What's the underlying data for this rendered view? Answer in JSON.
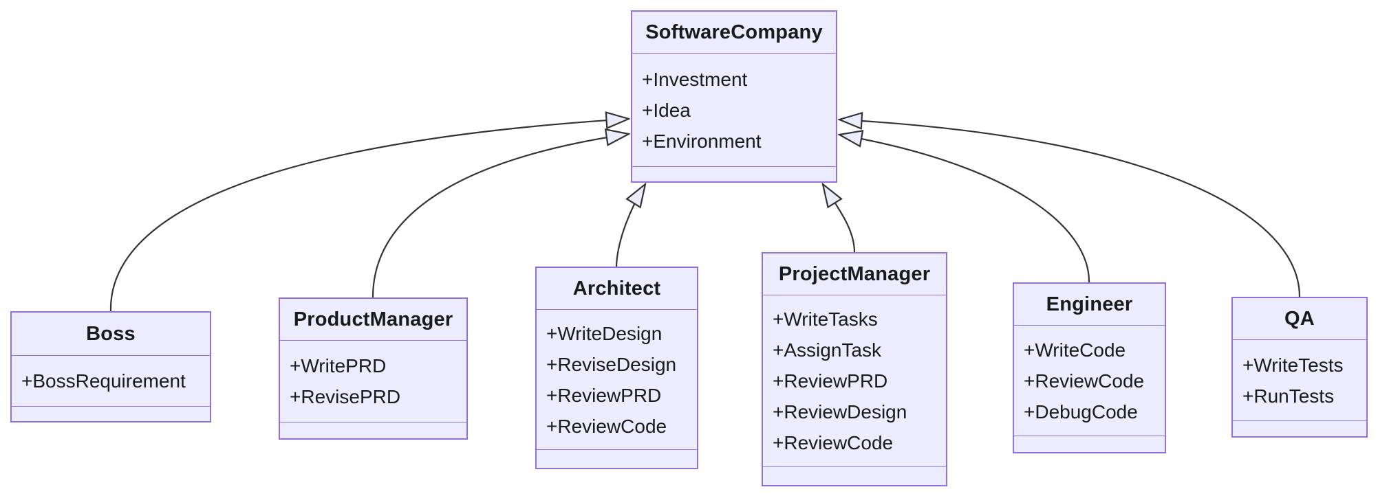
{
  "diagram": {
    "type": "uml-class-diagram",
    "root_class": "SoftwareCompany"
  },
  "classes": [
    {
      "id": "SoftwareCompany",
      "name": "SoftwareCompany",
      "attributes": [
        "+Investment",
        "+Idea",
        "+Environment"
      ],
      "methods": []
    },
    {
      "id": "Boss",
      "name": "Boss",
      "attributes": [
        "+BossRequirement"
      ],
      "methods": []
    },
    {
      "id": "ProductManager",
      "name": "ProductManager",
      "attributes": [
        "+WritePRD",
        "+RevisePRD"
      ],
      "methods": []
    },
    {
      "id": "Architect",
      "name": "Architect",
      "attributes": [
        "+WriteDesign",
        "+ReviseDesign",
        "+ReviewPRD",
        "+ReviewCode"
      ],
      "methods": []
    },
    {
      "id": "ProjectManager",
      "name": "ProjectManager",
      "attributes": [
        "+WriteTasks",
        "+AssignTask",
        "+ReviewPRD",
        "+ReviewDesign",
        "+ReviewCode"
      ],
      "methods": []
    },
    {
      "id": "Engineer",
      "name": "Engineer",
      "attributes": [
        "+WriteCode",
        "+ReviewCode",
        "+DebugCode"
      ],
      "methods": []
    },
    {
      "id": "QA",
      "name": "QA",
      "attributes": [
        "+WriteTests",
        "+RunTests"
      ],
      "methods": []
    }
  ],
  "edges": [
    {
      "from": "Boss",
      "to": "SoftwareCompany",
      "relation": "inheritance"
    },
    {
      "from": "ProductManager",
      "to": "SoftwareCompany",
      "relation": "inheritance"
    },
    {
      "from": "Architect",
      "to": "SoftwareCompany",
      "relation": "inheritance"
    },
    {
      "from": "ProjectManager",
      "to": "SoftwareCompany",
      "relation": "inheritance"
    },
    {
      "from": "Engineer",
      "to": "SoftwareCompany",
      "relation": "inheritance"
    },
    {
      "from": "QA",
      "to": "SoftwareCompany",
      "relation": "inheritance"
    }
  ],
  "colors": {
    "node_fill": "#ECECFF",
    "node_border": "#9370DB",
    "edge_color": "#333333",
    "text_color": "#1a1a1a",
    "background": "#ffffff"
  }
}
